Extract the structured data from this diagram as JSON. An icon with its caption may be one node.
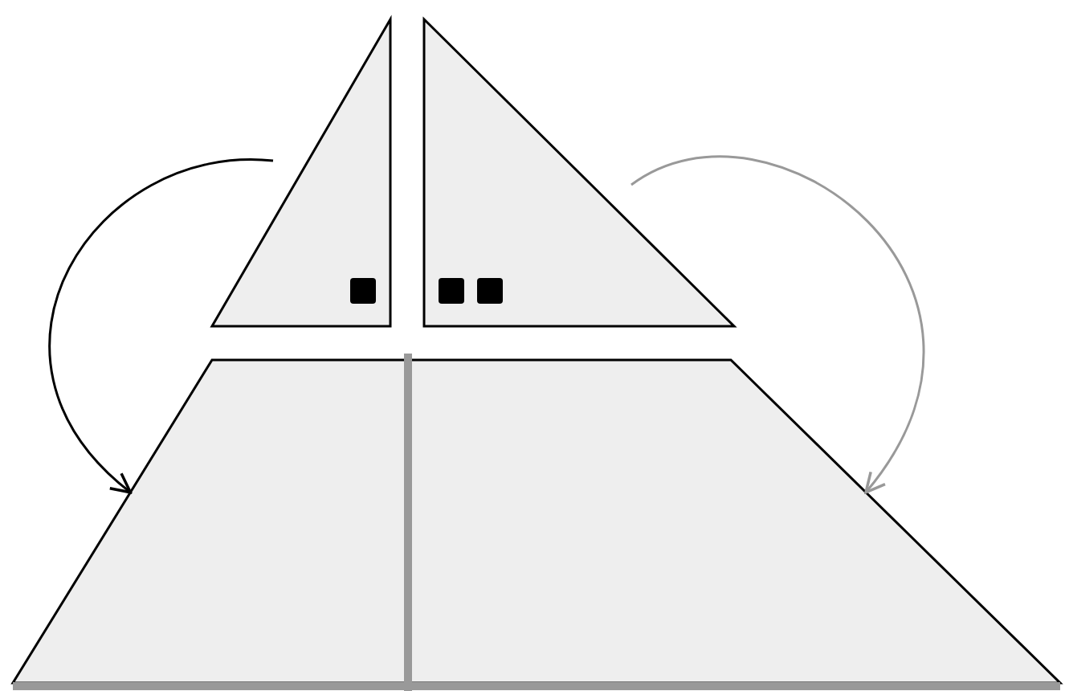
{
  "diagram": {
    "nodes": [
      {
        "text": [],
        "shape": "triangle"
      },
      {
        "text": [],
        "shape": "triangle"
      },
      {
        "text": [],
        "shape": "trapezoid"
      }
    ],
    "edges": [
      {
        "from": 0,
        "to": 2,
        "arrow": "to"
      },
      {
        "from": 1,
        "to": 2,
        "arrow": "to",
        "color": "#999999"
      }
    ]
  }
}
